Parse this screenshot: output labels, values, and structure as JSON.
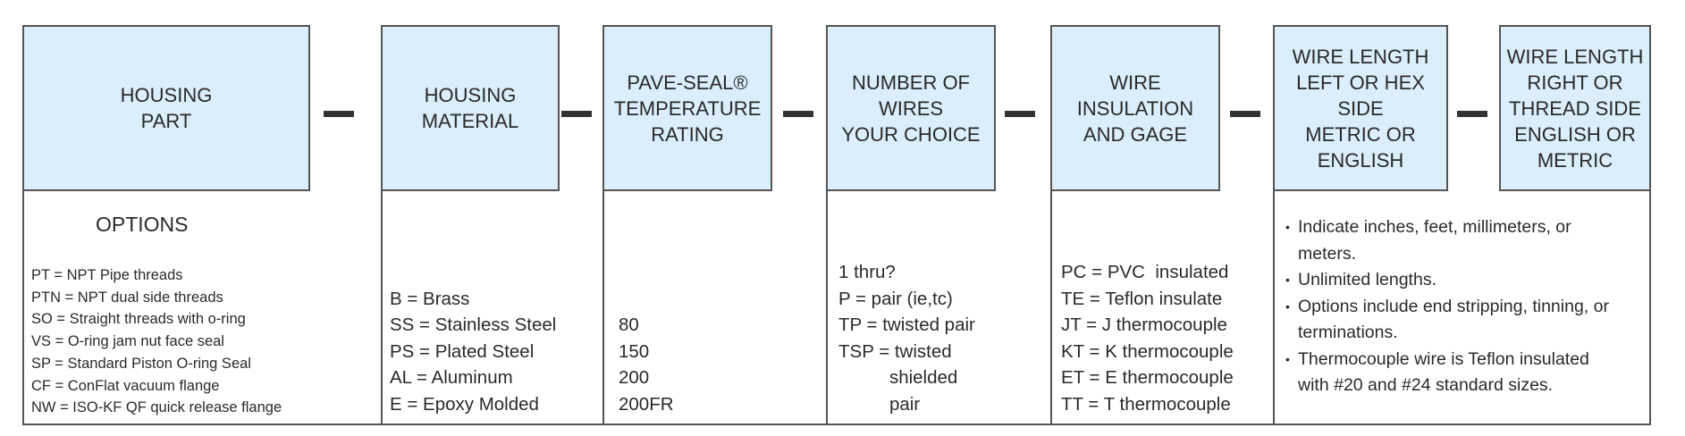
{
  "headers": [
    "HOUSING\nPART",
    "HOUSING\nMATERIAL",
    "PAVE-SEAL®\nTEMPERATURE\nRATING",
    "NUMBER OF\nWIRES\nYOUR CHOICE",
    "WIRE\nINSULATION\nAND GAGE",
    "WIRE LENGTH\nLEFT OR HEX\nSIDE\nMETRIC OR\nENGLISH",
    "WIRE LENGTH\nRIGHT OR\nTHREAD SIDE\nENGLISH OR\nMETRIC"
  ],
  "options_title": "OPTIONS",
  "housing_part_options": [
    "PT = NPT Pipe threads",
    "PTN = NPT dual side threads",
    "SO = Straight threads with o-ring",
    "VS = O-ring jam nut face seal",
    "SP = Standard Piston O-ring Seal",
    "CF = ConFlat vacuum flange",
    "NW = ISO-KF QF quick release flange"
  ],
  "housing_material_options": [
    "B = Brass",
    "SS = Stainless Steel",
    "PS = Plated Steel",
    "AL = Aluminum",
    "E = Epoxy Molded"
  ],
  "temperature_options": [
    "80",
    "150",
    "200",
    "200FR"
  ],
  "wire_count_options": [
    "1 thru?",
    "P = pair (ie,tc)",
    "TP = twisted pair",
    "TSP = twisted",
    "          shielded",
    "          pair"
  ],
  "insulation_options": [
    "PC = PVC  insulated",
    "TE = Teflon insulate",
    "JT = J thermocouple",
    "KT = K thermocouple",
    "ET = E thermocouple",
    "TT = T thermocouple"
  ],
  "wire_length_notes": [
    "Indicate inches, feet, millimeters, or meters.",
    "Unlimited lengths.",
    "Options include end stripping, tinning, or terminations.",
    "Thermocouple wire is Teflon insulated with #20 and #24 standard sizes."
  ],
  "colors": {
    "header_fill": "#daeefb",
    "border": "#555555",
    "dash": "#333333"
  }
}
